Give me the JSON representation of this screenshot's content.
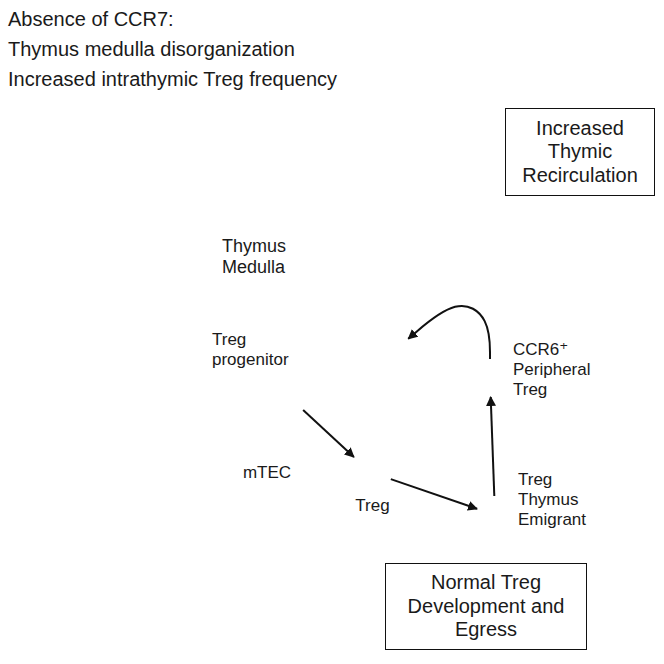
{
  "diagram": {
    "title": "Absence of CCR7:",
    "nodes": [
      {
        "text": [
          "Thymus Medulla"
        ]
      },
      {
        "text": [
          "Treg progenitor"
        ],
        "in": 0
      },
      {
        "text": [
          "mTEC"
        ],
        "in": 0
      },
      {
        "text": [
          "Treg"
        ],
        "in": 0
      },
      {
        "text": [
          "Treg Thymus Emigrant"
        ]
      },
      {
        "text": [
          "CCR6⁺ Peripheral Treg"
        ]
      },
      {
        "text": [
          "Increased Thymic Recirculation"
        ]
      },
      {
        "text": [
          "Normal Treg Development and Egress"
        ]
      }
    ],
    "edges": [
      {
        "from": 1,
        "to": 3,
        "arrow": "to"
      },
      {
        "from": 3,
        "to": 4,
        "arrow": "to"
      },
      {
        "from": 4,
        "to": 5,
        "arrow": "to"
      },
      {
        "from": 5,
        "to": 0,
        "arrow": "to"
      }
    ],
    "labels": [
      "Thymus medulla disorganization",
      "Increased intrathymic Treg frequency"
    ]
  }
}
